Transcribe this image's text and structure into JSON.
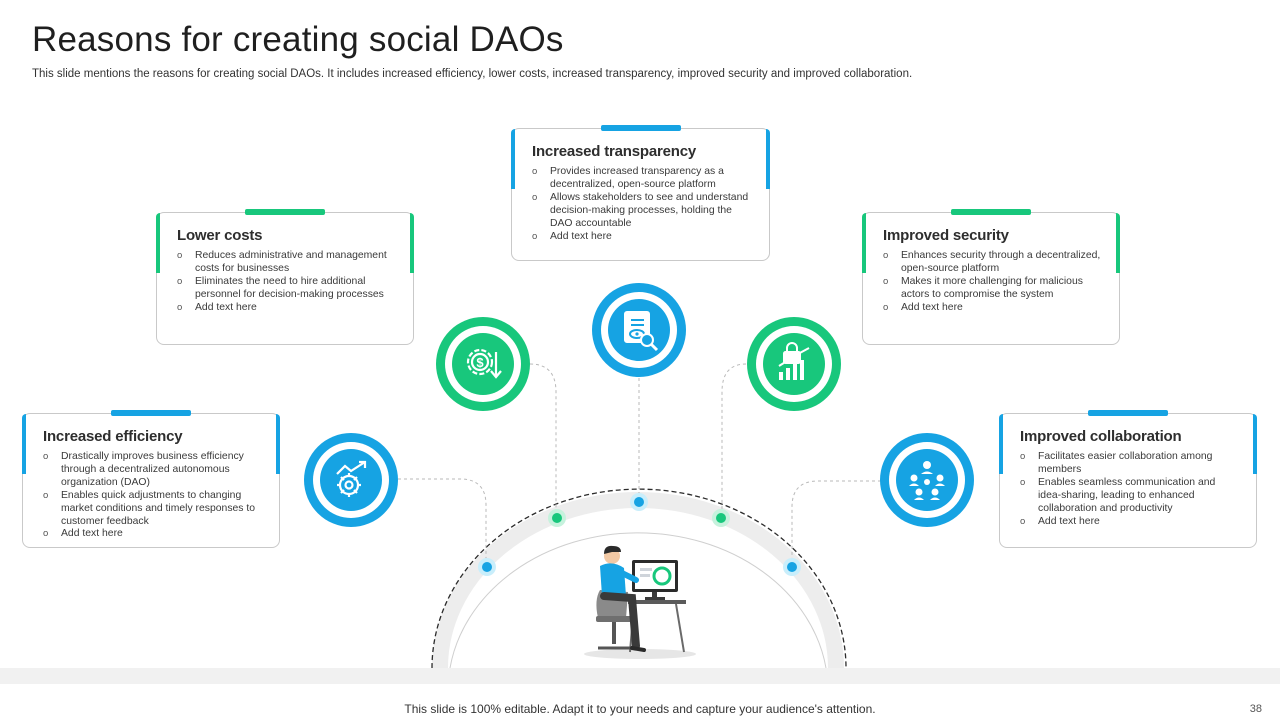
{
  "header": {
    "title": "Reasons for creating social DAOs",
    "subtitle": "This slide mentions the reasons for creating social DAOs. It includes increased efficiency, lower costs, increased transparency, improved security and improved collaboration."
  },
  "colors": {
    "blue": "#16a3e3",
    "green": "#18c77c",
    "line": "#b5b5b5"
  },
  "cards": {
    "efficiency": {
      "title": "Increased efficiency",
      "accent": "#16a3e3",
      "icon": "gear-growth-icon",
      "points": [
        "Drastically improves business efficiency through a decentralized autonomous organization (DAO)",
        "Enables quick adjustments to changing market conditions and timely responses to customer feedback",
        "Add text here"
      ]
    },
    "costs": {
      "title": "Lower costs",
      "accent": "#18c77c",
      "icon": "dollar-gear-down-icon",
      "points": [
        "Reduces administrative and management  costs for businesses",
        "Eliminates  the need to hire additional personnel for decision-making processes",
        "Add text here"
      ]
    },
    "transparency": {
      "title": "Increased transparency",
      "accent": "#16a3e3",
      "icon": "document-eye-icon",
      "points": [
        "Provides increased transparency as a decentralized, open-source platform",
        "Allows stakeholders to see and understand decision-making processes, holding the DAO accountable",
        "Add text here"
      ]
    },
    "security": {
      "title": "Improved security",
      "accent": "#18c77c",
      "icon": "lock-chart-icon",
      "points": [
        "Enhances security through a decentralized, open-source platform",
        "Makes it more challenging for malicious actors to compromise the system",
        "Add text here"
      ]
    },
    "collaboration": {
      "title": "Improved collaboration",
      "accent": "#16a3e3",
      "icon": "team-network-icon",
      "points": [
        "Facilitates easier collaboration among members",
        "Enables seamless communication and idea-sharing, leading to enhanced collaboration and productivity",
        "Add text here"
      ]
    }
  },
  "illustration": "person-at-computer-illustration",
  "footer": {
    "text": "This slide is 100% editable. Adapt it to your needs and capture your audience's attention.",
    "page": "38"
  }
}
